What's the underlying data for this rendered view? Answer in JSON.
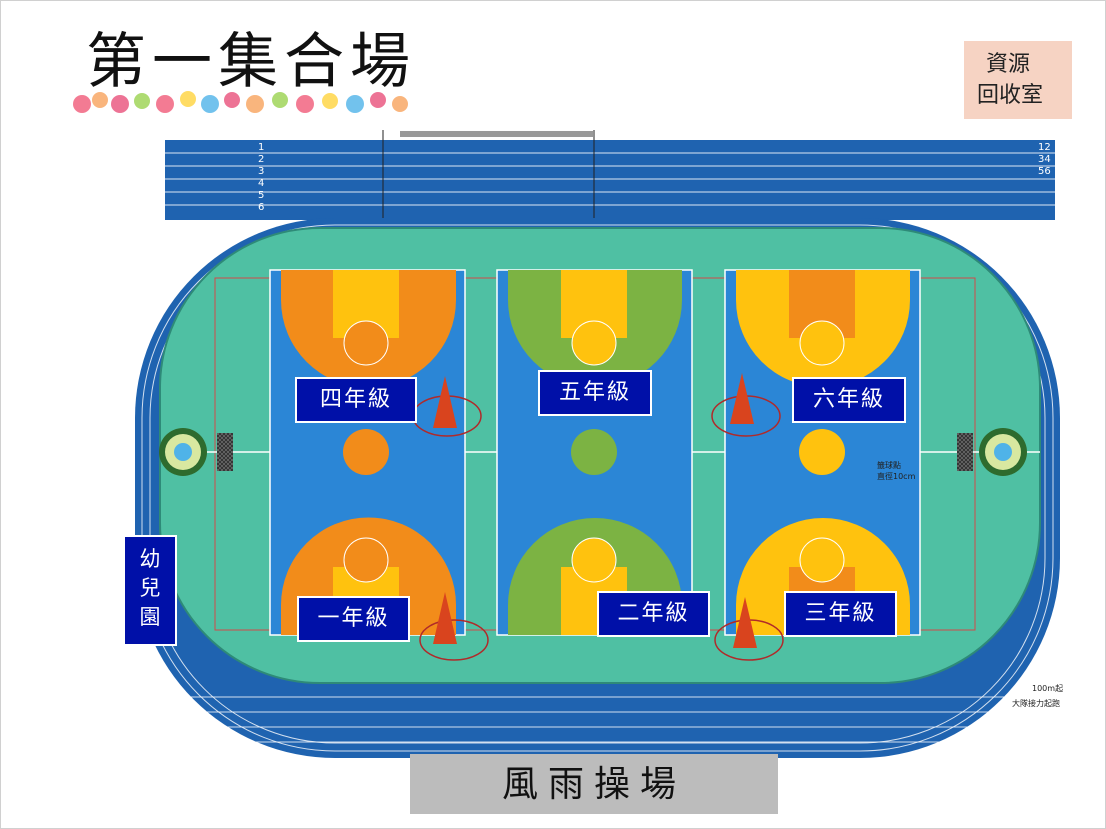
{
  "title": "第一集合場",
  "recycle_room": {
    "line1": "資源",
    "line2": "回收室"
  },
  "grades": {
    "g4": "四年級",
    "g5": "五年級",
    "g6": "六年級",
    "g1": "一年級",
    "g2": "二年級",
    "g3": "三年級"
  },
  "kindergarten": [
    "幼",
    "兒",
    "園"
  ],
  "rain_field": "風雨操場",
  "annotations": {
    "point_line1": "籤球點",
    "point_line2": "直徑10cm",
    "dist": "100m起",
    "relay": "大隊接力起跑"
  },
  "lane_numbers": "123456",
  "colors": {
    "track": "#1f63b0",
    "infield": "#4fc0a3",
    "court_blue": "#2b86d6",
    "orange": "#f28c1a",
    "yellow": "#ffc20e",
    "green": "#7cb343",
    "label_bg": "#0010a8",
    "cone": "#d9441e"
  }
}
